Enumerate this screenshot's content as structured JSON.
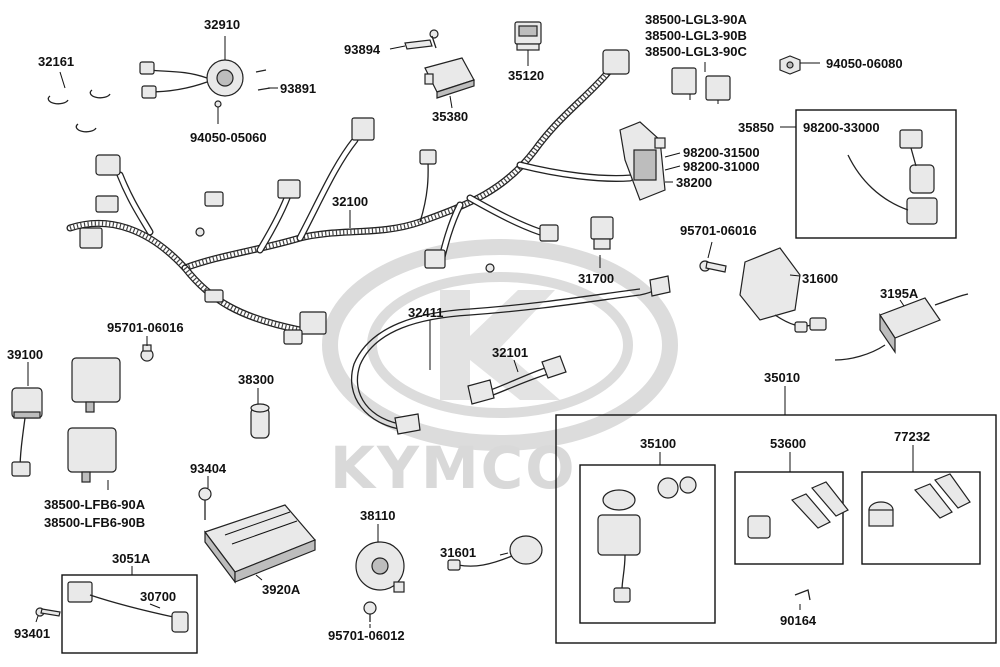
{
  "watermark": {
    "brand": "KYMCO"
  },
  "labels": {
    "p32910": "32910",
    "p32161": "32161",
    "p93891": "93891",
    "p94050_05060": "94050-05060",
    "p93894": "93894",
    "p35380": "35380",
    "p35120": "35120",
    "p38500_lgl3_a": "38500-LGL3-90A",
    "p38500_lgl3_b": "38500-LGL3-90B",
    "p38500_lgl3_c": "38500-LGL3-90C",
    "p94050_06080": "94050-06080",
    "p35850": "35850",
    "p98200_33000": "98200-33000",
    "p98200_31500": "98200-31500",
    "p98200_31000": "98200-31000",
    "p38200": "38200",
    "p32100": "32100",
    "p95701_06016_r": "95701-06016",
    "p31700": "31700",
    "p31600": "31600",
    "p3195a": "3195A",
    "p32411": "32411",
    "p32101": "32101",
    "p95701_06016_l": "95701-06016",
    "p39100": "39100",
    "p38300": "38300",
    "p35010": "35010",
    "p35100": "35100",
    "p53600": "53600",
    "p77232": "77232",
    "p93404": "93404",
    "p38500_lfb6_a": "38500-LFB6-90A",
    "p38500_lfb6_b": "38500-LFB6-90B",
    "p38110": "38110",
    "p31601": "31601",
    "p3920a": "3920A",
    "p3051a": "3051A",
    "p30700": "30700",
    "p93401": "93401",
    "p95701_06012": "95701-06012",
    "p90164": "90164"
  }
}
